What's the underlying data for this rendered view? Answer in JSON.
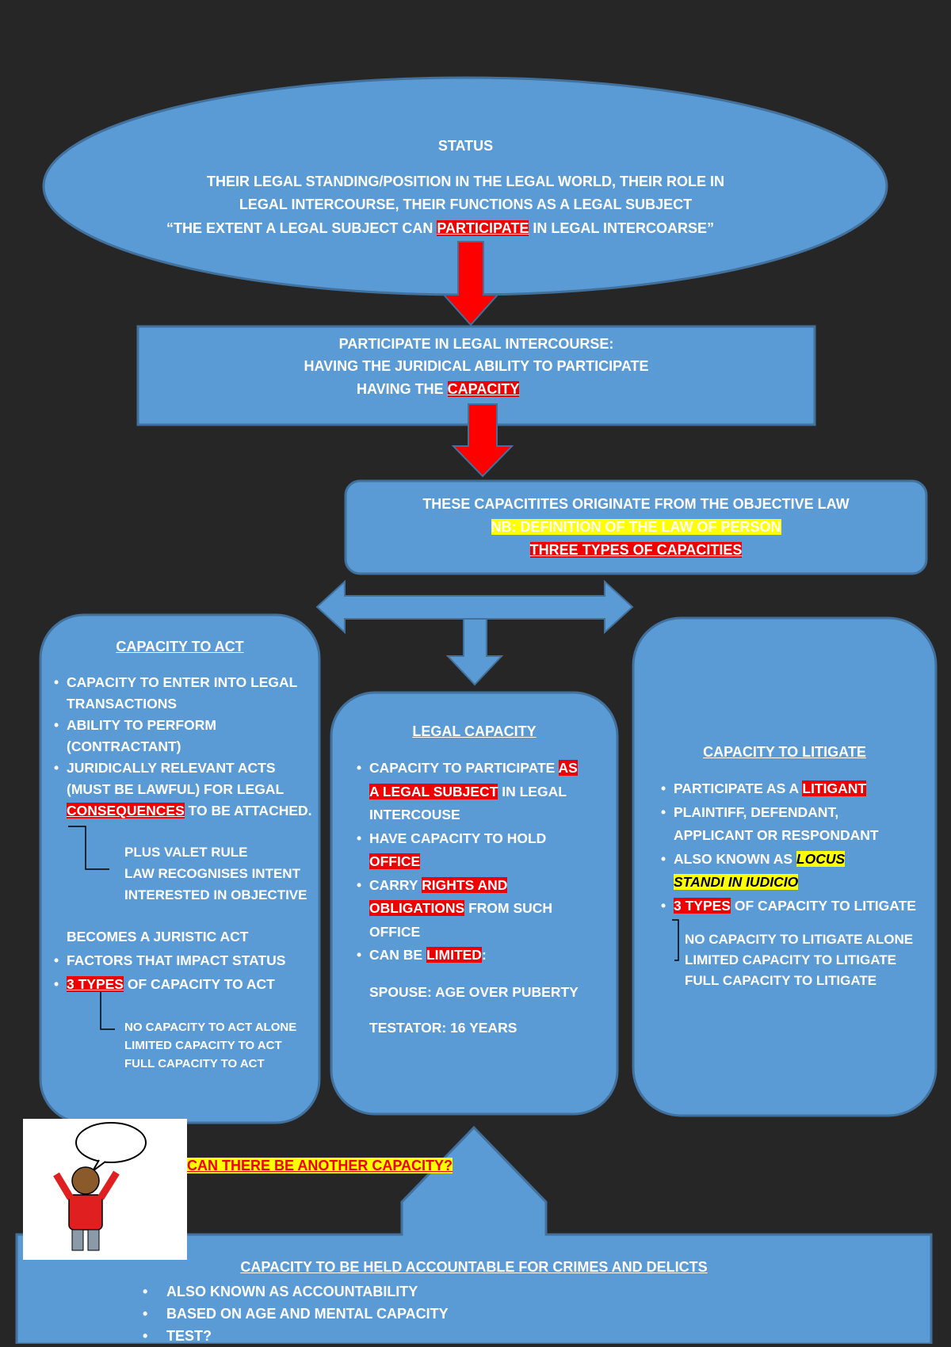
{
  "status": {
    "title": "STATUS",
    "line1": "THEIR LEGAL STANDING/POSITION IN THE LEGAL WORLD, THEIR ROLE IN",
    "line2": "LEGAL INTERCOURSE, THEIR FUNCTIONS AS A LEGAL SUBJECT",
    "line3_pre": "“THE EXTENT A LEGAL SUBJECT CAN ",
    "line3_highlight": "PARTICIPATE",
    "line3_post": " IN LEGAL INTERCOARSE”"
  },
  "participate": {
    "line1": "PARTICIPATE IN LEGAL INTERCOURSE:",
    "line2": "HAVING THE JURIDICAL ABILITY TO PARTICIPATE",
    "line3_pre": "HAVING THE ",
    "line3_highlight": "CAPACITY"
  },
  "origin": {
    "line1": "THESE CAPACITITES ORIGINATE FROM THE OBJECTIVE LAW",
    "line2": "NB: DEFINITION OF THE LAW OF PERSON",
    "line3": "THREE TYPES OF CAPACITIES"
  },
  "capacity_to_act": {
    "title": "CAPACITY TO ACT",
    "b1_l1": "CAPACITY TO ENTER INTO LEGAL",
    "b1_l2": "TRANSACTIONS",
    "b2_l1": "ABILITY TO PERFORM",
    "b2_l2": "(CONTRACTANT)",
    "b3_l1": "JURIDICALLY RELEVANT ACTS",
    "b3_l2": "(MUST BE LAWFUL) FOR LEGAL",
    "b3_l3_highlight": "CONSEQUENCES",
    "b3_l3_post": " TO BE ATTACHED.",
    "note1": "PLUS VALET RULE",
    "note2": "LAW RECOGNISES INTENT",
    "note3": "INTERESTED IN OBJECTIVE",
    "juristic": "BECOMES A JURISTIC ACT",
    "b4": "FACTORS THAT IMPACT STATUS",
    "b5_highlight": "3 TYPES",
    "b5_post": " OF CAPACITY TO ACT",
    "types": [
      "NO CAPACITY TO ACT ALONE",
      "LIMITED CAPACITY TO ACT",
      "FULL CAPACITY TO ACT"
    ]
  },
  "legal_capacity": {
    "title": "LEGAL CAPACITY",
    "b1_pre": "CAPACITY TO PARTICIPATE ",
    "b1_hl1": "AS",
    "b1_hl2": "A LEGAL SUBJECT",
    "b1_post": " IN LEGAL",
    "b1_l3": "INTERCOUSE",
    "b2_l1": "HAVE CAPACITY TO HOLD",
    "b2_hl": "OFFICE",
    "b3_pre": "CARRY ",
    "b3_hl1": "RIGHTS AND",
    "b3_hl2": "OBLIGATIONS",
    "b3_post": " FROM SUCH",
    "b3_l3": "OFFICE",
    "b4_pre": "CAN BE ",
    "b4_hl": "LIMITED",
    "b4_post": ":",
    "spouse": "SPOUSE: AGE OVER PUBERTY",
    "testator": "TESTATOR: 16 YEARS"
  },
  "capacity_to_litigate": {
    "title": "CAPACITY TO LITIGATE",
    "b1_pre": "PARTICIPATE AS A ",
    "b1_hl": "LITIGANT",
    "b2_l1": "PLAINTIFF, DEFENDANT,",
    "b2_l2": "APPLICANT OR RESPONDANT",
    "b3_pre": "ALSO KNOWN AS ",
    "b3_hl1": "LOCUS",
    "b3_hl2": "STANDI IN IUDICIO",
    "b4_hl": "3 TYPES",
    "b4_post": " OF CAPACITY TO LITIGATE",
    "types": [
      "NO CAPACITY TO LITIGATE ALONE",
      "LIMITED CAPACITY TO LITIGATE",
      "FULL CAPACITY TO LITIGATE"
    ]
  },
  "question": "CAN THERE BE ANOTHER CAPACITY?",
  "accountability": {
    "title": "CAPACITY TO BE HELD ACCOUNTABLE FOR CRIMES AND DELICTS",
    "items": [
      "ALSO KNOWN AS ACCOUNTABILITY",
      "BASED ON AGE AND MENTAL CAPACITY",
      "TEST?"
    ]
  },
  "colors": {
    "background": "#262626",
    "shape_fill": "#5b9bd5",
    "shape_border": "#41719c",
    "arrow_red": "#ff0000",
    "highlight_red": "#ee0000",
    "highlight_yellow": "#ffff00"
  }
}
